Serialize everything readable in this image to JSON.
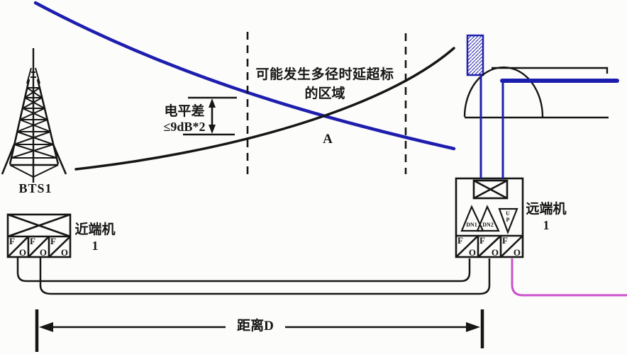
{
  "labels": {
    "bts": "BTS1",
    "region_text_line1": "可能发生多径时延超标",
    "region_text_line2": "的区域",
    "level_diff_line1": "电平差",
    "level_diff_line2": "≤9dB*2",
    "cross_point": "A",
    "distance": "距离D"
  },
  "near_unit": {
    "name": "近端机",
    "number": "1"
  },
  "remote_unit": {
    "name": "远端机",
    "number": "1",
    "module_dn1": "DN1",
    "module_dn2": "DN2",
    "module_up_letter1": "U",
    "module_up_letter2": "P"
  },
  "ports": {
    "fiber": "F",
    "optical": "O"
  },
  "colors": {
    "signal_blue": "#1e1eae",
    "line_black": "#161616",
    "fiber_magenta": "#cc52cc",
    "background": "#fcfcfb"
  }
}
